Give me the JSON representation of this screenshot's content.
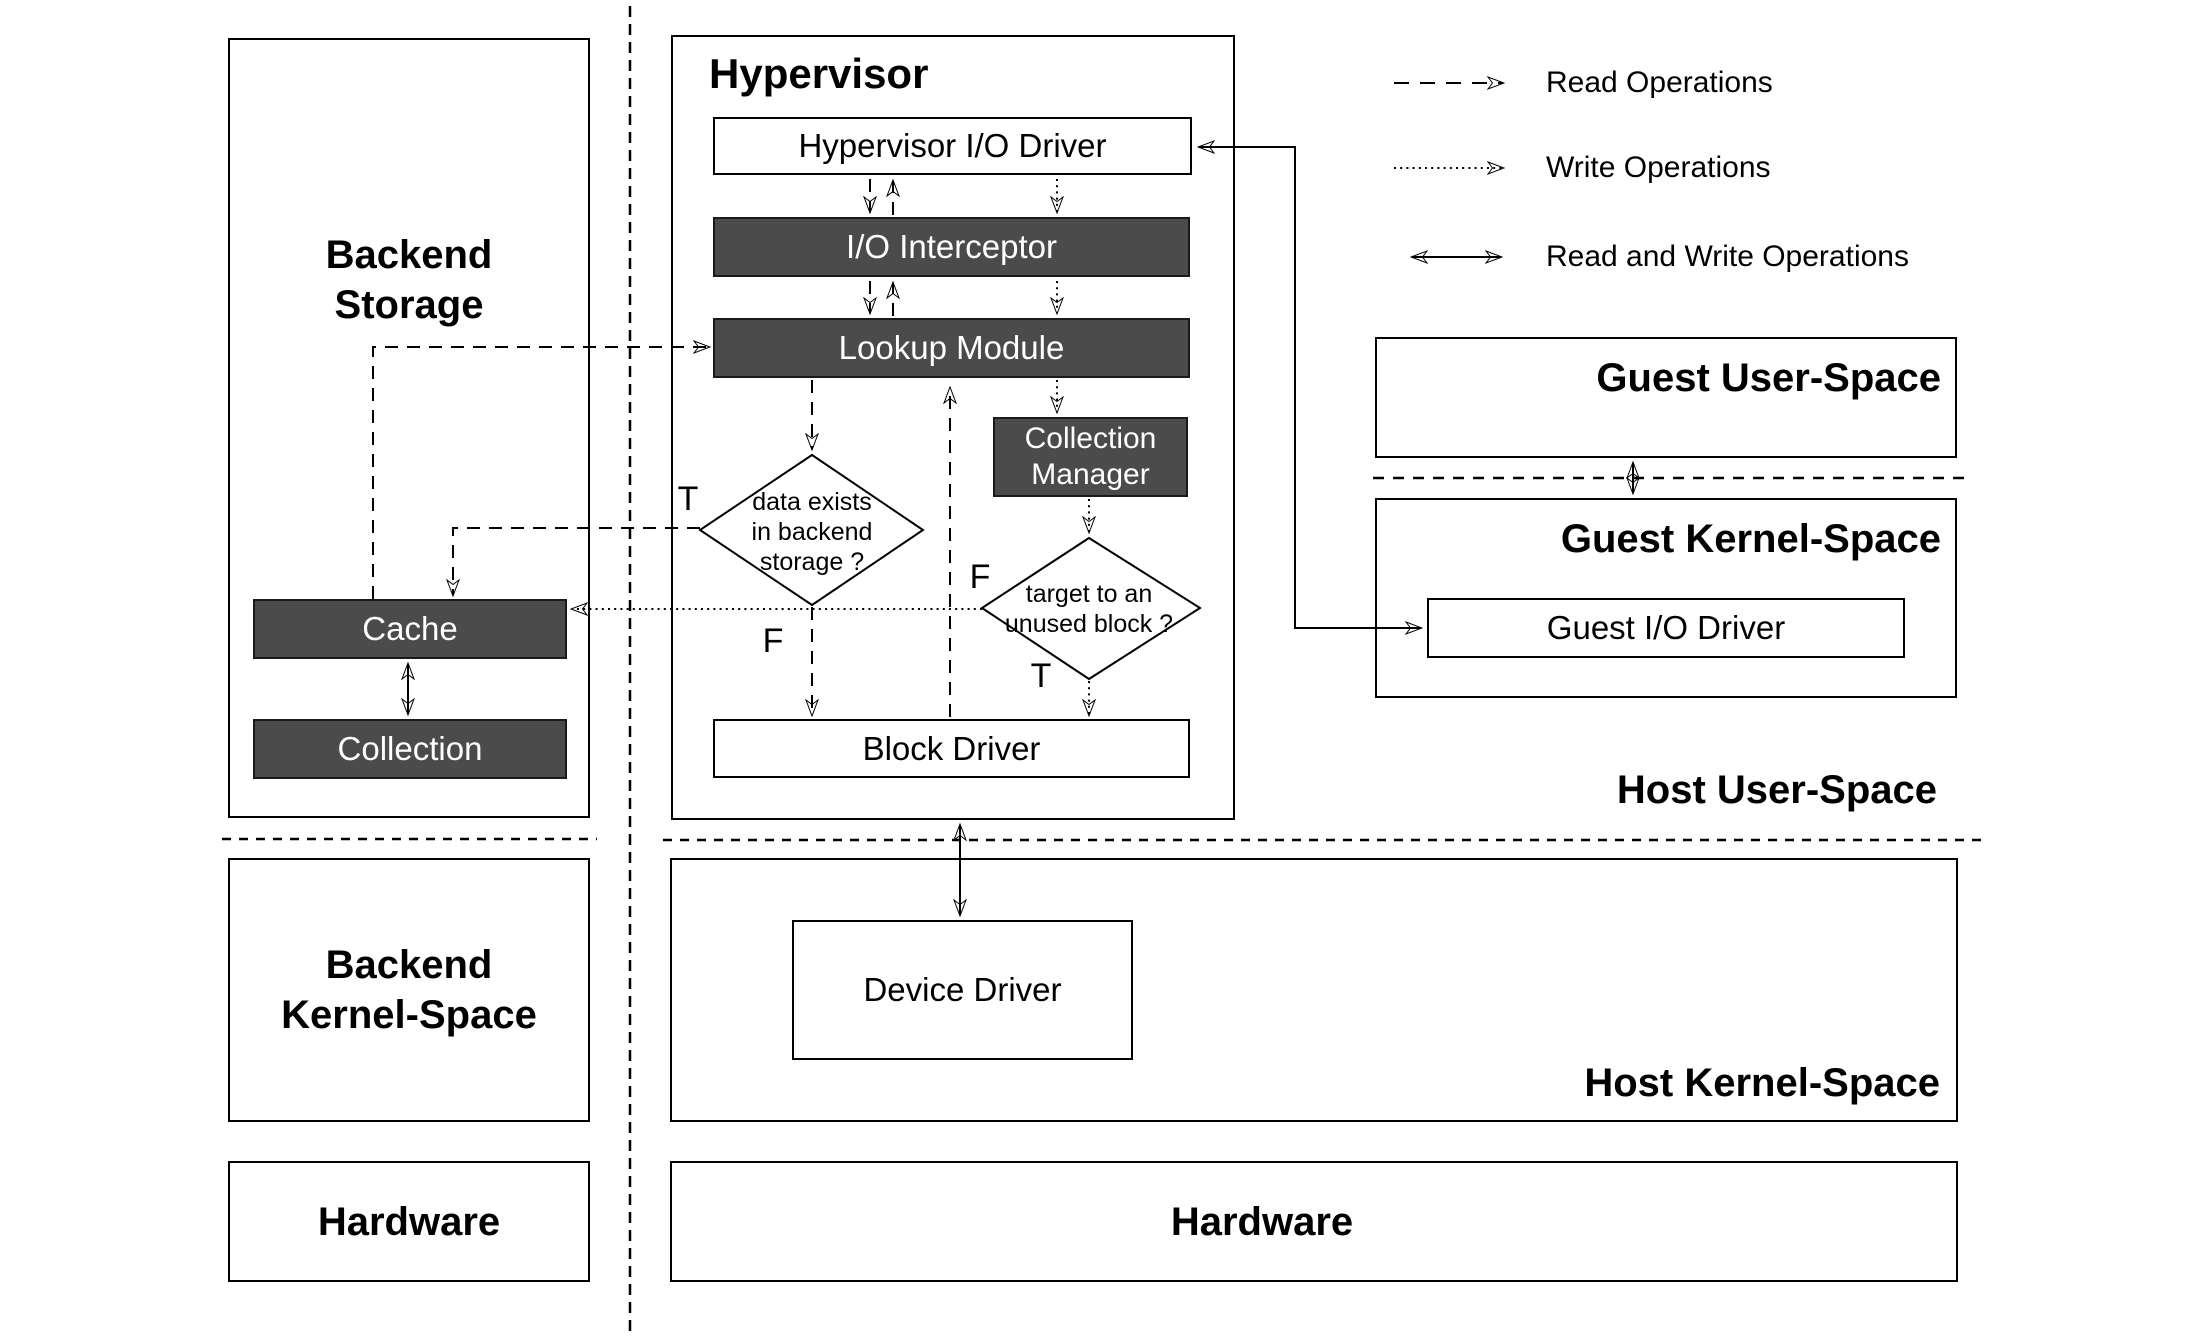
{
  "legend": {
    "read_label": "Read Operations",
    "write_label": "Write Operations",
    "read_write_label": "Read and Write Operations"
  },
  "regions": {
    "hypervisor_title": "Hypervisor",
    "backend_storage_line1": "Backend",
    "backend_storage_line2": "Storage",
    "backend_kernel_line1": "Backend",
    "backend_kernel_line2": "Kernel-Space",
    "hardware_left": "Hardware",
    "hardware_right": "Hardware",
    "host_user_space": "Host User-Space",
    "host_kernel_space": "Host Kernel-Space",
    "guest_user_space": "Guest User-Space",
    "guest_kernel_space": "Guest Kernel-Space"
  },
  "nodes": {
    "hypervisor_io_driver": "Hypervisor I/O Driver",
    "io_interceptor": "I/O Interceptor",
    "lookup_module": "Lookup Module",
    "collection_manager_line1": "Collection",
    "collection_manager_line2": "Manager",
    "block_driver": "Block Driver",
    "device_driver": "Device Driver",
    "cache": "Cache",
    "collection": "Collection",
    "guest_io_driver": "Guest I/O Driver"
  },
  "decisions": {
    "data_exists_line1": "data exists",
    "data_exists_line2": "in backend",
    "data_exists_line3": "storage ?",
    "unused_block_line1": "target to an",
    "unused_block_line2": "unused block ?",
    "d1_true": "T",
    "d1_false": "F",
    "d2_false": "F",
    "d2_true": "T"
  },
  "colors": {
    "dark_node_fill": "#4b4b4b",
    "line_color": "#000000",
    "background": "#ffffff"
  }
}
